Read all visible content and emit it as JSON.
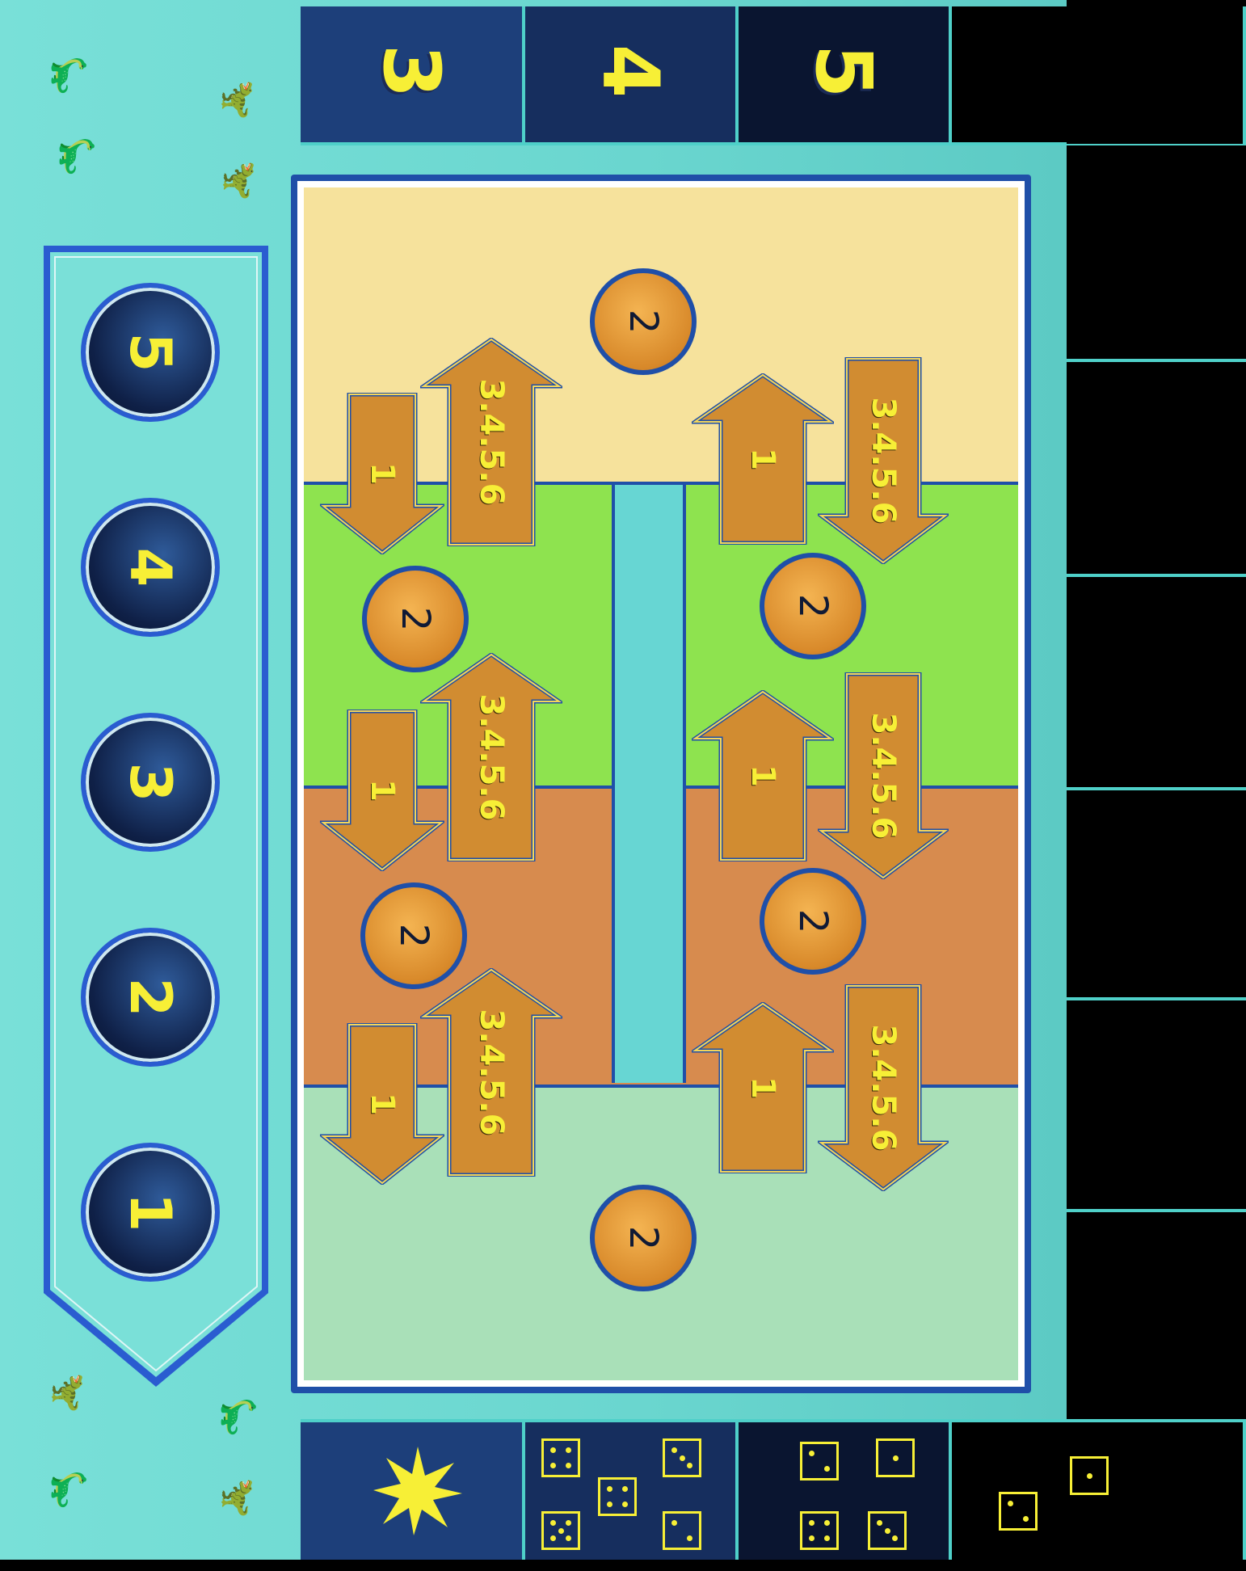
{
  "top_track": {
    "labels": [
      "3",
      "4",
      "5"
    ],
    "colors": [
      "#1d3f7a",
      "#162e5e",
      "#0a1530"
    ]
  },
  "bottom_track": {
    "star_icon": "star-icon",
    "dice_groups": [
      {
        "name": "dice-group-5",
        "pips": [
          4,
          3,
          4,
          5,
          2
        ]
      },
      {
        "name": "dice-group-4",
        "pips": [
          2,
          1,
          4,
          3
        ]
      },
      {
        "name": "dice-group-2",
        "pips": [
          1,
          2
        ]
      }
    ]
  },
  "side_track": {
    "labels": [
      "5",
      "4",
      "3",
      "2",
      "1"
    ]
  },
  "board": {
    "band_colors": [
      "#f6e29c",
      "#8ee34f",
      "#d78b4e",
      "#a9e0b8"
    ],
    "river_color": "#67d6d3",
    "coins": [
      {
        "label": "2"
      },
      {
        "label": "2"
      },
      {
        "label": "2"
      },
      {
        "label": "2"
      },
      {
        "label": "2"
      },
      {
        "label": "2"
      }
    ],
    "arrows": [
      {
        "label": "1",
        "dir": "down"
      },
      {
        "label": "3.4.5.6",
        "dir": "up"
      },
      {
        "label": "1",
        "dir": "up"
      },
      {
        "label": "3.4.5.6",
        "dir": "down"
      },
      {
        "label": "1",
        "dir": "down"
      },
      {
        "label": "3.4.5.6",
        "dir": "up"
      },
      {
        "label": "1",
        "dir": "up"
      },
      {
        "label": "3.4.5.6",
        "dir": "down"
      },
      {
        "label": "1",
        "dir": "down"
      },
      {
        "label": "3.4.5.6",
        "dir": "up"
      },
      {
        "label": "1",
        "dir": "up"
      },
      {
        "label": "3.4.5.6",
        "dir": "down"
      }
    ]
  }
}
